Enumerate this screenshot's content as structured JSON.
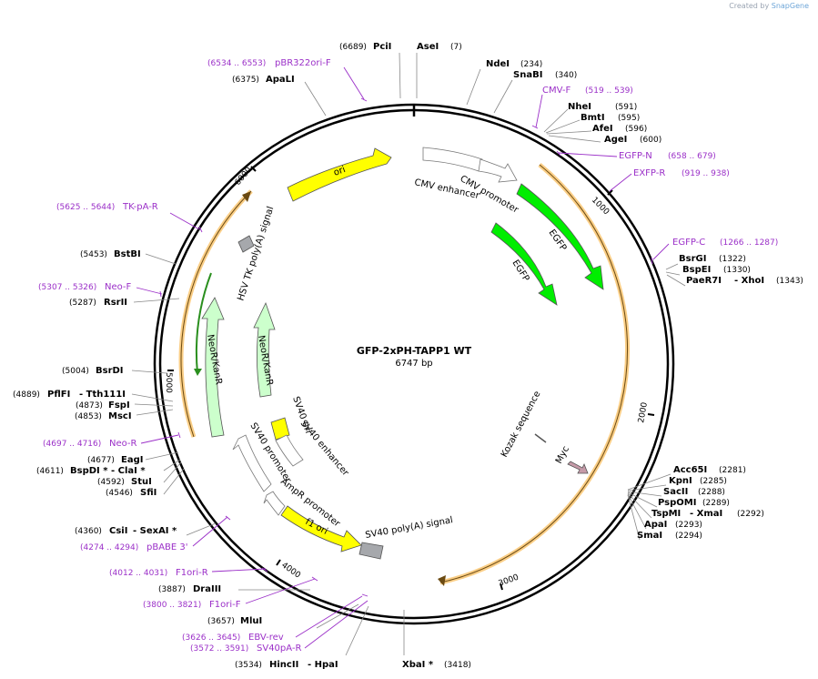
{
  "credit": {
    "prefix": "Created by",
    "brand": "SnapGene"
  },
  "plasmid": {
    "name": "GFP-2xPH-TAPP1 WT",
    "length": "6747 bp"
  },
  "ticks": [
    "1000",
    "2000",
    "3000",
    "4000",
    "5000",
    "6000"
  ],
  "enzymes": [
    {
      "name": "PciI",
      "pos": "(6689)"
    },
    {
      "name": "AseI",
      "pos": "(7)"
    },
    {
      "name": "ApaLI",
      "pos": "(6375)"
    },
    {
      "name": "NdeI",
      "pos": "(234)"
    },
    {
      "name": "SnaBI",
      "pos": "(340)"
    },
    {
      "name": "NheI",
      "pos": "(591)"
    },
    {
      "name": "BmtI",
      "pos": "(595)"
    },
    {
      "name": "AfeI",
      "pos": "(596)"
    },
    {
      "name": "AgeI",
      "pos": "(600)"
    },
    {
      "name": "BsrGI",
      "pos": "(1322)"
    },
    {
      "name": "BspEI",
      "pos": "(1330)"
    },
    {
      "name": "PaeR7I",
      "pos": ""
    },
    {
      "name": "- XhoI",
      "pos": "(1343)"
    },
    {
      "name": "Acc65I",
      "pos": "(2281)"
    },
    {
      "name": "KpnI",
      "pos": "(2285)"
    },
    {
      "name": "SacII",
      "pos": "(2288)"
    },
    {
      "name": "PspOMI",
      "pos": "(2289)"
    },
    {
      "name": "TspMI",
      "pos": ""
    },
    {
      "name": "- XmaI",
      "pos": "(2292)"
    },
    {
      "name": "ApaI",
      "pos": "(2293)"
    },
    {
      "name": "SmaI",
      "pos": "(2294)"
    },
    {
      "name": "XbaI *",
      "pos": "(3418)"
    },
    {
      "name": "HincII",
      "pos": "(3534)"
    },
    {
      "name": "- HpaI",
      "pos": ""
    },
    {
      "name": "MluI",
      "pos": "(3657)"
    },
    {
      "name": "DraIII",
      "pos": "(3887)"
    },
    {
      "name": "CsiI",
      "pos": "(4360)"
    },
    {
      "name": "- SexAI *",
      "pos": ""
    },
    {
      "name": "SfiI",
      "pos": "(4546)"
    },
    {
      "name": "StuI",
      "pos": "(4592)"
    },
    {
      "name": "BspDI *",
      "pos": "(4611)"
    },
    {
      "name": "- ClaI *",
      "pos": ""
    },
    {
      "name": "EagI",
      "pos": "(4677)"
    },
    {
      "name": "MscI",
      "pos": "(4853)"
    },
    {
      "name": "FspI",
      "pos": "(4873)"
    },
    {
      "name": "PflFI",
      "pos": "(4889)"
    },
    {
      "name": "- Tth111I",
      "pos": ""
    },
    {
      "name": "BsrDI",
      "pos": "(5004)"
    },
    {
      "name": "RsrII",
      "pos": "(5287)"
    },
    {
      "name": "BstBI",
      "pos": "(5453)"
    }
  ],
  "primers": [
    {
      "name": "pBR322ori-F",
      "range": "(6534 .. 6553)"
    },
    {
      "name": "CMV-F",
      "range": "(519 .. 539)"
    },
    {
      "name": "EGFP-N",
      "range": "(658 .. 679)"
    },
    {
      "name": "EXFP-R",
      "range": "(919 .. 938)"
    },
    {
      "name": "EGFP-C",
      "range": "(1266 .. 1287)"
    },
    {
      "name": "TK-pA-R",
      "range": "(5625 .. 5644)"
    },
    {
      "name": "Neo-F",
      "range": "(5307 .. 5326)"
    },
    {
      "name": "Neo-R",
      "range": "(4697 .. 4716)"
    },
    {
      "name": "pBABE 3'",
      "range": "(4274 .. 4294)"
    },
    {
      "name": "F1ori-R",
      "range": "(4012 .. 4031)"
    },
    {
      "name": "F1ori-F",
      "range": "(3800 .. 3821)"
    },
    {
      "name": "EBV-rev",
      "range": "(3626 .. 3645)"
    },
    {
      "name": "SV40pA-R",
      "range": "(3572 .. 3591)"
    }
  ],
  "features": {
    "ori": "ori",
    "cmv_promoter": "CMV promoter",
    "cmv_enhancer": "CMV enhancer",
    "egfp": "EGFP",
    "kozak": "Kozak sequence",
    "myc": "Myc",
    "sv40_polya": "SV40 poly(A) signal",
    "f1_ori": "f1 ori",
    "ampr_promoter": "AmpR promoter",
    "sv40_promoter": "SV40 promoter",
    "sv40_enhancer": "SV40 enhancer",
    "sv40_ori": "SV40 ori",
    "neokanr": "NeoR/KanR",
    "hsv_tk": "HSV TK poly(A) signal"
  },
  "colors": {
    "ori": "#ffff00",
    "egfp": "#00ee00",
    "neokanr": "#ccffcc",
    "promoter": "#ffffff",
    "polya": "#a6a8ac",
    "myc": "#c59aa8",
    "orf": "#f5a623",
    "primer": "#9b30c8"
  }
}
